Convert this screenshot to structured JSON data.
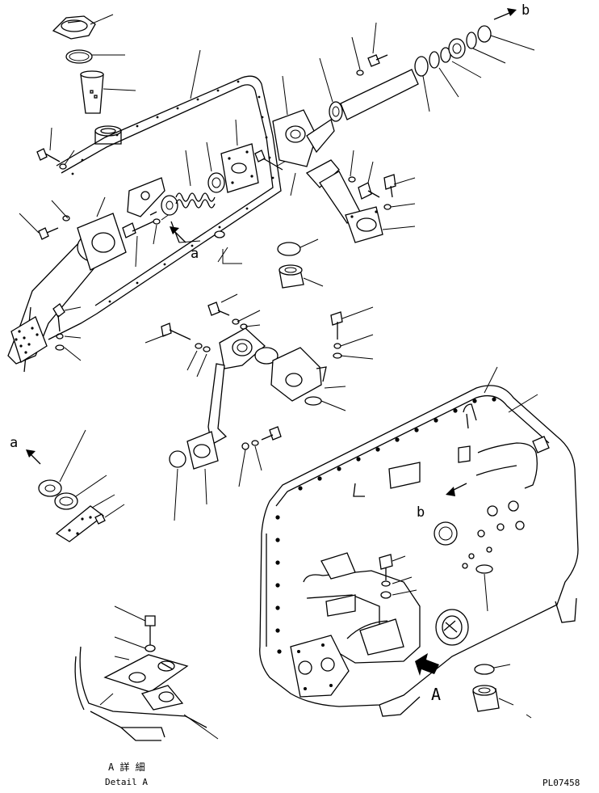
{
  "callouts": {
    "a_upper": "a",
    "a_lower": "a",
    "b_upper": "b",
    "b_lower": "b",
    "view_arrow": "A"
  },
  "detail_caption": {
    "japanese": "A 詳 細",
    "english": "Detail A"
  },
  "drawing_number": "PL07458"
}
